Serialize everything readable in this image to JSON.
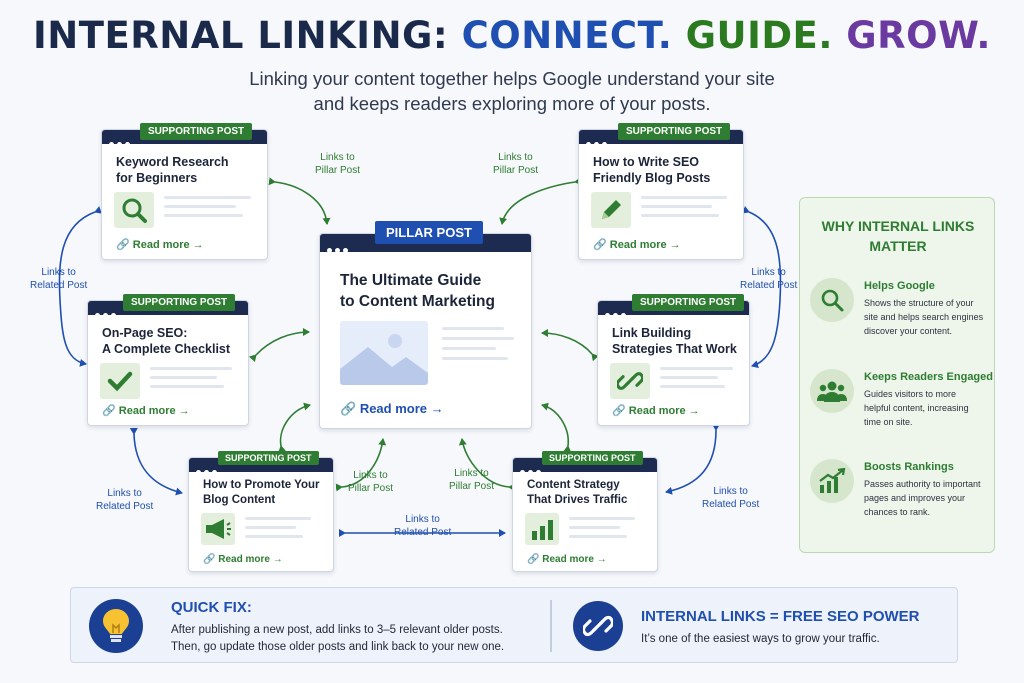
{
  "title": {
    "main": "INTERNAL LINKING:",
    "connect": "CONNECT.",
    "guide": "GUIDE.",
    "grow": "GROW."
  },
  "subtitle": {
    "line1": "Linking your content together helps Google understand your site",
    "line2": "and keeps readers exploring more of your posts."
  },
  "pillar": {
    "tag": "PILLAR POST",
    "title_line1": "The Ultimate Guide",
    "title_line2": "to Content Marketing",
    "read_more": "Read more →"
  },
  "supporting_tag": "SUPPORTING POST",
  "posts": [
    {
      "title_line1": "Keyword Research",
      "title_line2": "for Beginners",
      "icon": "magnifier-icon",
      "read_more": "Read more →"
    },
    {
      "title_line1": "How to Write SEO",
      "title_line2": "Friendly Blog Posts",
      "icon": "pencil-icon",
      "read_more": "Read more →"
    },
    {
      "title_line1": "On-Page SEO:",
      "title_line2": "A Complete Checklist",
      "icon": "checkmark-icon",
      "read_more": "Read more →"
    },
    {
      "title_line1": "Link Building",
      "title_line2": "Strategies That Work",
      "icon": "chain-link-icon",
      "read_more": "Read more →"
    },
    {
      "title_line1": "How to Promote Your",
      "title_line2": "Blog Content",
      "icon": "megaphone-icon",
      "read_more": "Read more →"
    },
    {
      "title_line1": "Content Strategy",
      "title_line2": "That Drives Traffic",
      "icon": "bar-chart-icon",
      "read_more": "Read more →"
    }
  ],
  "link_labels": {
    "to_pillar_line1": "Links to",
    "to_pillar_line2": "Pillar Post",
    "to_related_line1": "Links to",
    "to_related_line2": "Related Post"
  },
  "why": {
    "heading_line1": "WHY INTERNAL LINKS",
    "heading_line2": "MATTER",
    "items": [
      {
        "title": "Helps Google",
        "icon": "magnifier-icon",
        "desc_lines": [
          "Shows the structure of your",
          "site and helps search engines",
          "discover your content."
        ]
      },
      {
        "title": "Keeps Readers Engaged",
        "icon": "people-group-icon",
        "desc_lines": [
          "Guides visitors to more",
          "helpful content, increasing",
          "time on site."
        ]
      },
      {
        "title": "Boosts Rankings",
        "icon": "growth-chart-icon",
        "desc_lines": [
          "Passes authority to important",
          "pages and improves your",
          "chances to rank."
        ]
      }
    ]
  },
  "quick_fix": {
    "title": "QUICK FIX:",
    "line1": "After publishing a new post, add links to 3–5 relevant older posts.",
    "line2": "Then, go update those older posts and link back to your new one.",
    "icon": "lightbulb-icon"
  },
  "free_power": {
    "title": "INTERNAL LINKS = FREE SEO POWER",
    "text": "It’s one of the easiest ways to grow your traffic.",
    "icon": "chain-link-icon"
  },
  "colors": {
    "navy": "#1c2b4f",
    "blue": "#1f4fb0",
    "green": "#2e7d32",
    "purple": "#6a3aa1"
  }
}
